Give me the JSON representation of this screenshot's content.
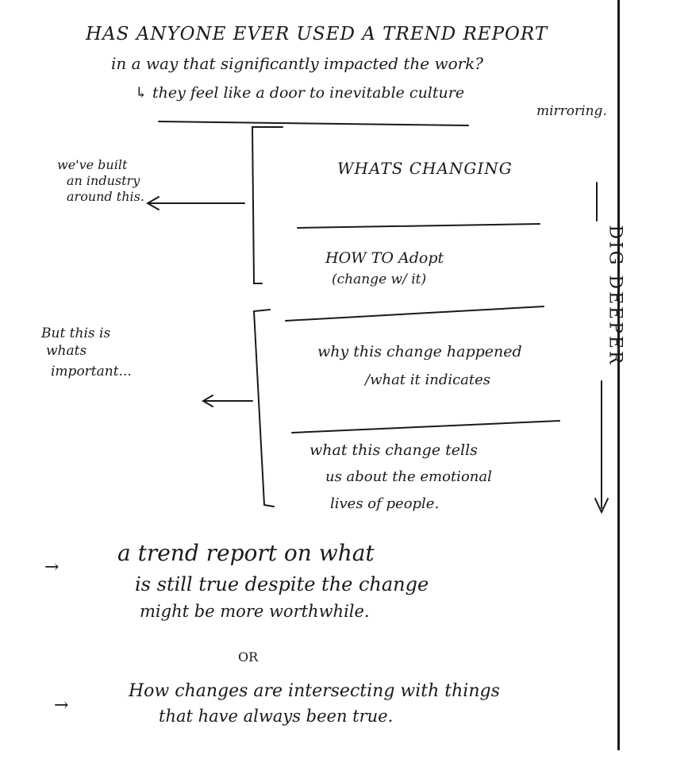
{
  "header": {
    "line1": "HAS ANYONE EVER USED A TREND REPORT",
    "line2": "in a way that significantly impacted the work?",
    "line3": "↳ they feel like a door to inevitable culture",
    "line3b": "mirroring."
  },
  "left_notes": {
    "industry": [
      "we've built",
      "an industry",
      "around this."
    ],
    "important": [
      "But this is",
      "whats",
      "important..."
    ]
  },
  "stack": [
    {
      "label": "WHATS CHANGING"
    },
    {
      "label_a": "HOW TO Adopt",
      "label_b": "(change w/ it)"
    },
    {
      "label_a": "why this change happened",
      "label_b": "/what it indicates"
    },
    {
      "label_a": "what this change tells",
      "label_b": "us about the emotional",
      "label_c": "lives of people."
    }
  ],
  "side_label": "DIG DEEPER",
  "conclusion": {
    "arrow1": "→",
    "para1": [
      "a trend report on what",
      "is still true despite the change",
      "might be more worthwhile."
    ],
    "or": "OR",
    "arrow2": "→",
    "para2": [
      "How changes are intersecting with things",
      "that have always been true."
    ]
  }
}
